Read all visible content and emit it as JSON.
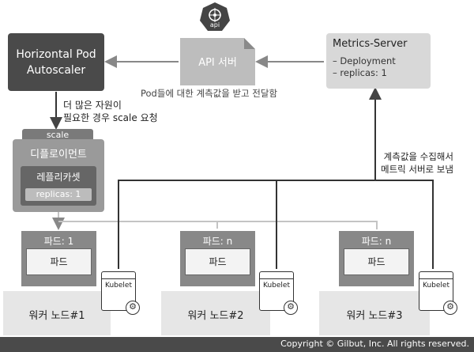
{
  "api_logo": {
    "label": "api",
    "icon": "kubernetes-api-icon"
  },
  "hpa": {
    "label": "Horizontal Pod\nAutoscaler"
  },
  "api_server": {
    "label": "API 서버"
  },
  "metrics_server": {
    "title": "Metrics-Server",
    "items": [
      "– Deployment",
      "– replicas: 1"
    ]
  },
  "notes": {
    "api_to_hpa": "Pod들에 대한 계측값을 받고 전달함",
    "scale_request_line1": "더 많은 자원이",
    "scale_request_line2": "필요한 경우 scale 요청",
    "collect_line1": "계측값을 수집해서",
    "collect_line2": "메트릭 서버로 보냄"
  },
  "deployment": {
    "scale_tab": "scale",
    "title": "디플로이먼트",
    "replicaset": "레플리카셋",
    "replicas": "replicas: 1"
  },
  "pods": [
    {
      "title": "파드: 1",
      "inner": "파드"
    },
    {
      "title": "파드: n",
      "inner": "파드"
    },
    {
      "title": "파드: n",
      "inner": "파드"
    }
  ],
  "kubelet_label": "Kubelet",
  "nodes": [
    "워커 노드#1",
    "워커 노드#2",
    "워커 노드#3"
  ],
  "footer": "Copyright © Gilbut, Inc. All rights reserved."
}
